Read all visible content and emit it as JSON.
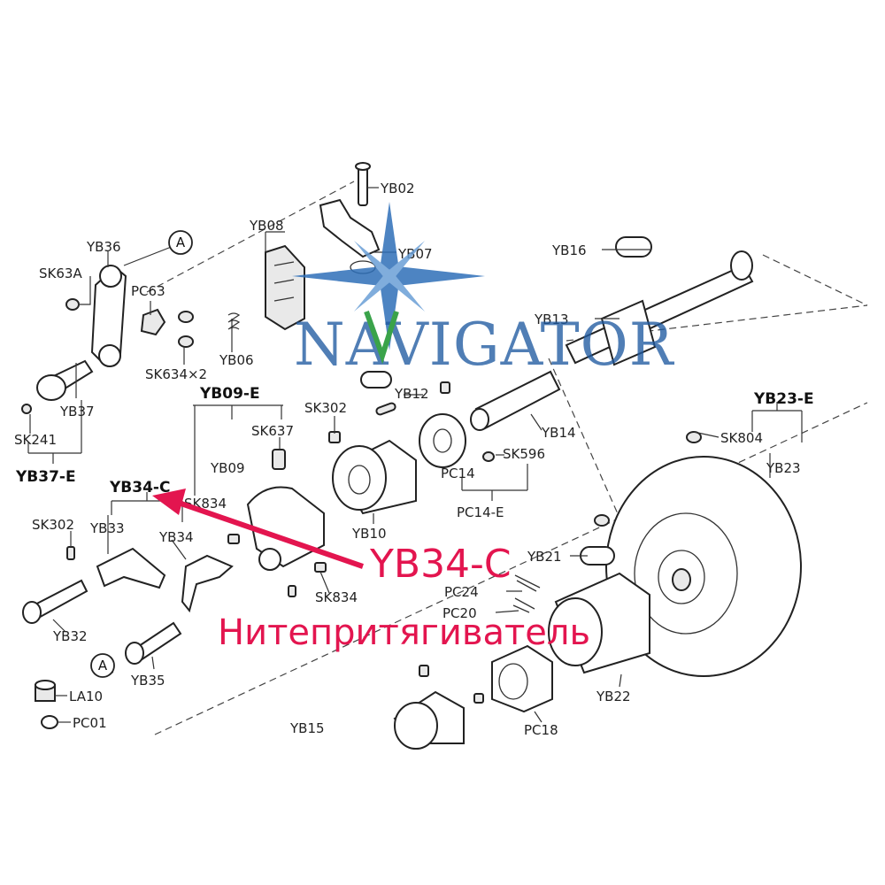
{
  "watermark": {
    "text": "NAVIGATOR",
    "star_color": "#2e6fb8",
    "v_color": "#3aa34a"
  },
  "annotation": {
    "code": "YB34-C",
    "name": "Нитепритягиватель",
    "color": "#e3154f"
  },
  "marker": "A",
  "group_labels": [
    "YB09-E",
    "YB23-E",
    "YB37-E",
    "YB34-C",
    "PC14-E"
  ],
  "part_labels": [
    "YB02",
    "YB07",
    "YB08",
    "YB06",
    "YB36",
    "SK63A",
    "PC63",
    "SK634×2",
    "YB16",
    "YB13",
    "YB12",
    "YB14",
    "SK302",
    "SK637",
    "YB09",
    "SK834",
    "YB10",
    "PC14",
    "SK596",
    "YB37",
    "SK241",
    "SK804",
    "YB23",
    "SK302",
    "YB33",
    "YB34",
    "YB32",
    "YB35",
    "LA10",
    "PC01",
    "SK834",
    "YB21",
    "PC24",
    "PC20",
    "YB22",
    "PC18",
    "YB15"
  ]
}
